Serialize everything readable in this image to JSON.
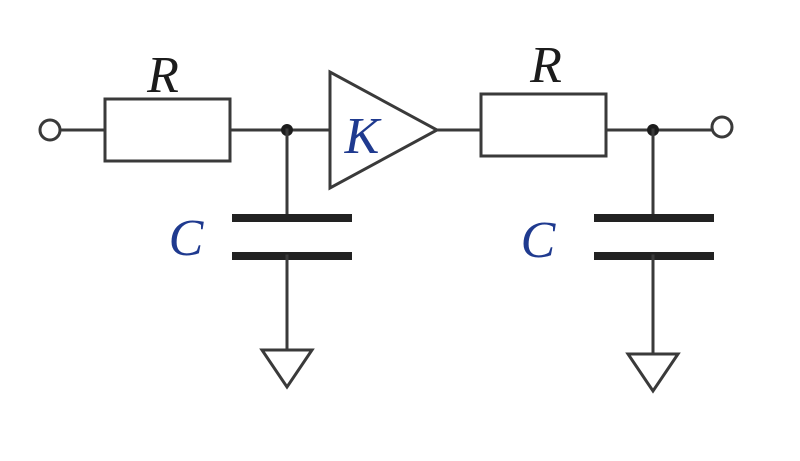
{
  "labels": {
    "resistor_1": "R",
    "resistor_2": "R",
    "amplifier": "K",
    "capacitor_1": "C",
    "capacitor_2": "C"
  },
  "colors": {
    "line": "#3a3a3a",
    "label_dark": "#1c1c1c",
    "label_accent": "#1f3a8f",
    "background": "#ffffff"
  }
}
